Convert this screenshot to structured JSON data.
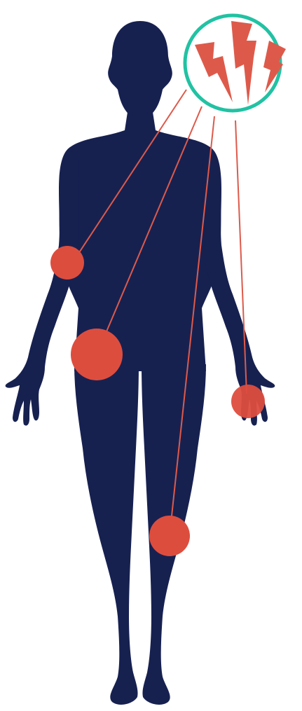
{
  "illustration": {
    "subject": "human-body-silhouette-front",
    "icon": "pain-burst-icon",
    "pain_sites": [
      "elbow",
      "hip",
      "wrist",
      "knee"
    ]
  },
  "colors": {
    "silhouette": "#172150",
    "pain": "#dd4d3e",
    "pain_line": "#dd5a4b",
    "icon_ring": "#21c2a3",
    "background": "#ffffff"
  }
}
